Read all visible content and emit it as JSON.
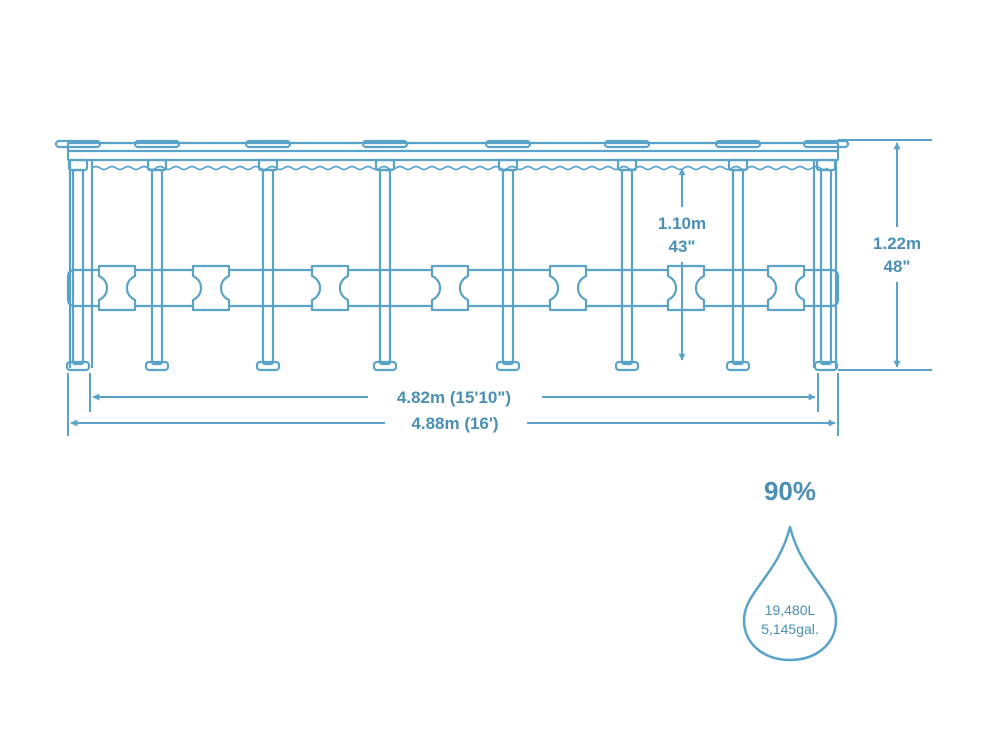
{
  "colors": {
    "stroke": "#5aa3c8",
    "text": "#4a8fb4",
    "background": "#ffffff"
  },
  "dimensions": {
    "inner_diameter": "4.82m (15'10\")",
    "outer_diameter": "4.88m (16')",
    "water_depth_m": "1.10m",
    "water_depth_in": "43\"",
    "wall_height_m": "1.22m",
    "wall_height_in": "48\""
  },
  "fill": {
    "percent": "90%",
    "liters": "19,480L",
    "gallons": "5,145gal."
  }
}
